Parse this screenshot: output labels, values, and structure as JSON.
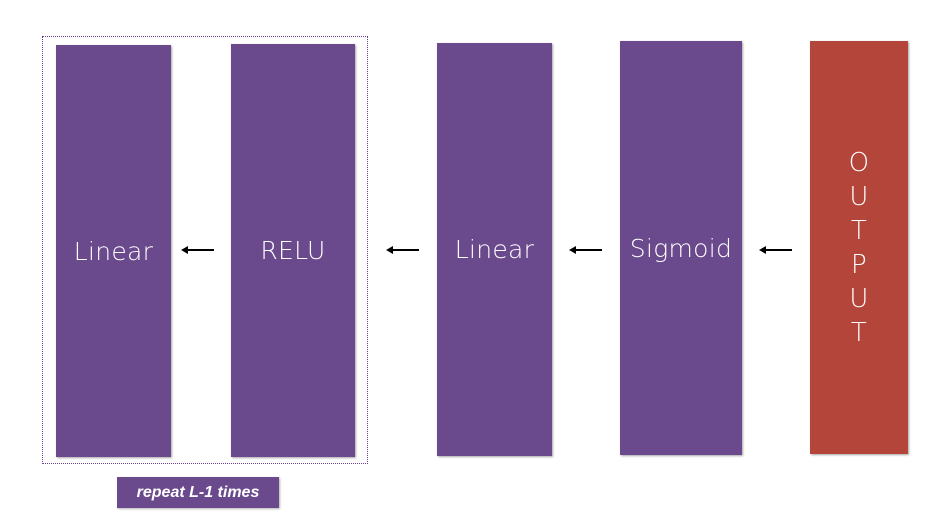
{
  "diagram": {
    "blocks": [
      {
        "label": "Linear"
      },
      {
        "label": "RELU"
      },
      {
        "label": "Linear"
      },
      {
        "label": "Sigmoid"
      },
      {
        "label": "OUTPUT",
        "letters": [
          "O",
          "U",
          "T",
          "P",
          "U",
          "T"
        ]
      }
    ],
    "repeat_label": "repeat L-1 times",
    "colors": {
      "layer_block": "#6a4a8c",
      "output_block": "#b4453a",
      "arrow": "#000000",
      "repeat_border": "#6a3f8f"
    },
    "arrow_direction": "left"
  }
}
